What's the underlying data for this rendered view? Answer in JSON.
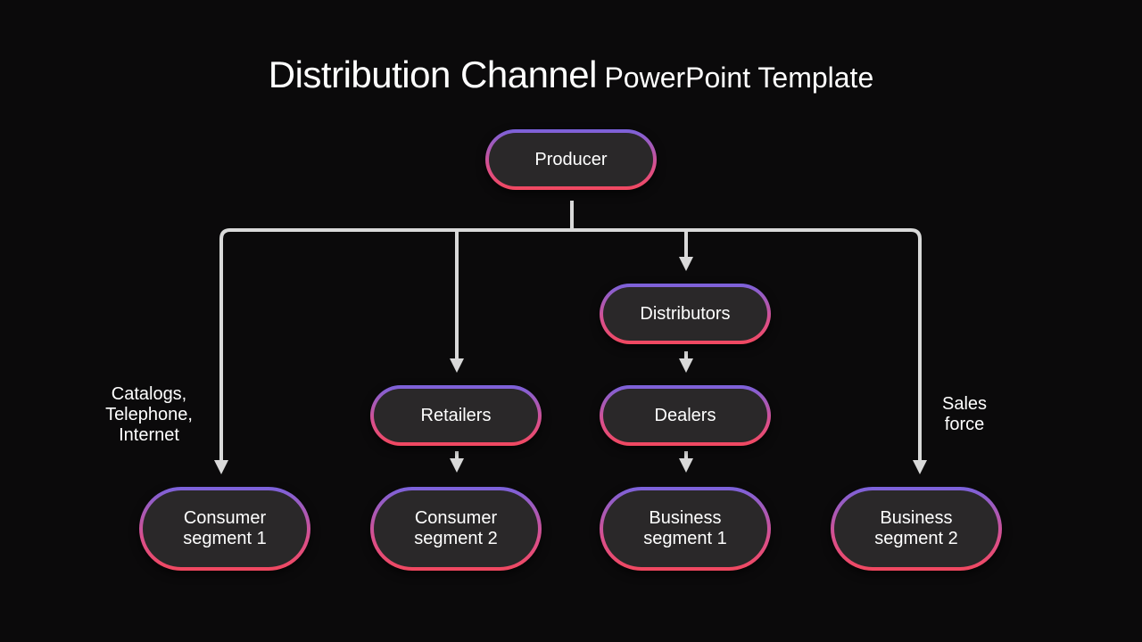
{
  "title": {
    "main": "Distribution Channel",
    "sub": "PowerPoint Template"
  },
  "nodes": {
    "producer": "Producer",
    "distributors": "Distributors",
    "retailers": "Retailers",
    "dealers": "Dealers",
    "consumer_segment_1": "Consumer\nsegment 1",
    "consumer_segment_2": "Consumer\nsegment 2",
    "business_segment_1": "Business\nsegment 1",
    "business_segment_2": "Business\nsegment 2"
  },
  "labels": {
    "direct_consumer": "Catalogs,\nTelephone,\nInternet",
    "direct_business": "Sales\nforce"
  },
  "colors": {
    "background": "#0b0a0b",
    "node_fill": "#2a2829",
    "border_top": "#7a62dc",
    "border_bottom": "#f1485f",
    "connector": "#d9d9d9"
  }
}
